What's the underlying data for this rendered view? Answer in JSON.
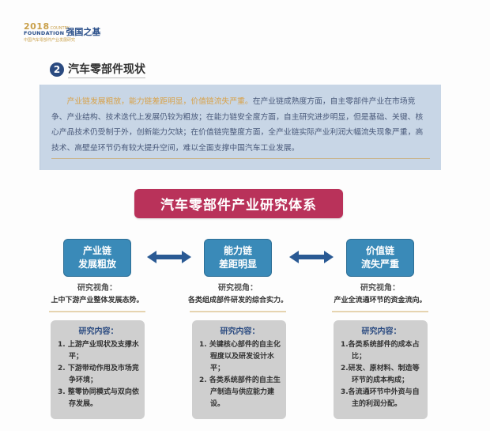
{
  "logo": {
    "year": "2018",
    "country": "COUNTRY",
    "foundation": "FOUNDATION",
    "chinese_title": "强国之基",
    "subtitle": "中国汽车零部件产业发展研究"
  },
  "section": {
    "number": "2",
    "title": "汽车零部件现状"
  },
  "summary": {
    "highlight": "产业链发展粗放，能力链差距明显，价值链流失严重。",
    "body": "在产业链成熟度方面，自主零部件产业在市场竞争、产业结构、技术迭代上发展仍较为粗放；在能力链安全度方面，自主研究进步明显，但是基础、关键、核心产品技术仍受制于外，创新能力欠缺；在价值链完整度方面，全产业链实际产业利润大幅流失现象严重，高技术、高壁垒环节仍有较大提升空间，难以全面支撑中国汽车工业发展。"
  },
  "banner": {
    "title": "汽车零部件产业研究体系"
  },
  "colors": {
    "banner": "#b9325a",
    "chain_box": "#3a8ab8",
    "arrow": "#2a5a94",
    "summary_bg": "#c8d6e6",
    "content_bg": "#cfcfcf",
    "highlight": "#d8a24a"
  },
  "columns": [
    {
      "chain_line1": "产业链",
      "chain_line2": "发展粗放",
      "view_label": "研究视角：",
      "view_desc": "上中下游产业整体发展态势。",
      "content_title": "研究内容：",
      "items": [
        "1. 上游产业现状及支撑水平；",
        "2. 下游带动作用及市场竞争环境；",
        "3. 整零协同模式与双向依存发展。"
      ]
    },
    {
      "chain_line1": "能力链",
      "chain_line2": "差距明显",
      "view_label": "研究视角：",
      "view_desc": "各类组成部件研发的综合实力。",
      "content_title": "研究内容：",
      "items": [
        "1. 关键核心部件的自主化程度以及研发设计水平；",
        "2. 各类系统部件的自主生产制造与供应能力建设。"
      ]
    },
    {
      "chain_line1": "价值链",
      "chain_line2": "流失严重",
      "view_label": "研究视角：",
      "view_desc": "产业全流通环节的资金流向。",
      "content_title": "研究内容：",
      "items": [
        "1.各类系统部件的成本占比；",
        "2.研发、原材料、制造等环节的成本构成；",
        "3.各流通环节中外资与自主的利润分配。"
      ]
    }
  ]
}
